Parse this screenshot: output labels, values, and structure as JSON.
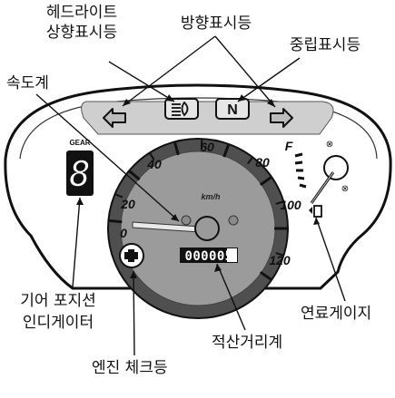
{
  "labels": {
    "headlight_high_beam": [
      "헤드라이트",
      "상향표시등"
    ],
    "turn_signal": "방향표시등",
    "neutral": "중립표시등",
    "speedometer": "속도계",
    "gear_indicator": [
      "기어 포지션",
      "인디게이터"
    ],
    "fuel_gauge": "연료게이지",
    "odometer": "적산거리계",
    "engine_check": "엔진 체크등"
  },
  "dial": {
    "unit": "km/h",
    "ticks": [
      "0",
      "20",
      "40",
      "60",
      "80",
      "100",
      "120"
    ],
    "odometer_digits": "000005",
    "gear_caption": "GEAR",
    "gear_value": "8"
  },
  "indicators": {
    "neutral_symbol": "N",
    "turn_left_icon": "arrow-left-icon",
    "turn_right_icon": "arrow-right-icon",
    "high_beam_icon": "high-beam-icon",
    "engine_icon": "engine-check-icon"
  },
  "fuel": {
    "full_mark": "F",
    "empty_icon": "fuel-pump-icon"
  }
}
